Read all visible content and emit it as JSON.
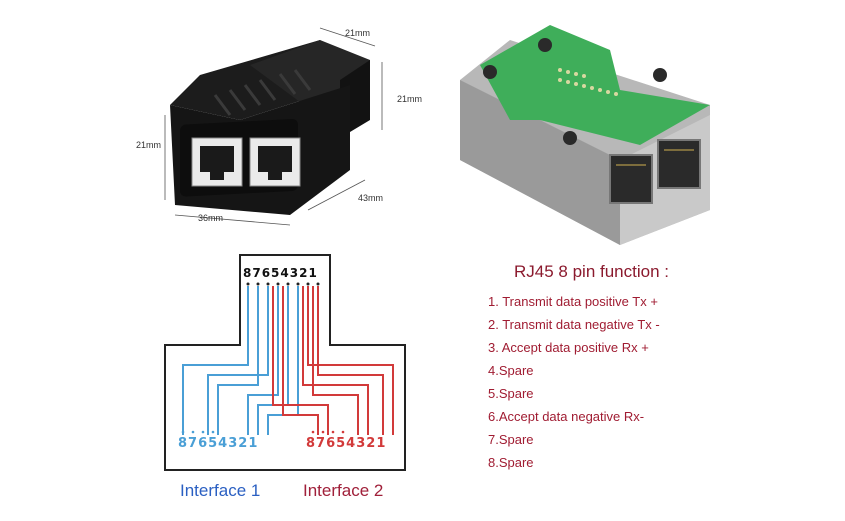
{
  "dimensions": {
    "top_width": "21mm",
    "top_height": "21mm",
    "left_height": "21mm",
    "front_width": "36mm",
    "depth": "43mm"
  },
  "wiring": {
    "top_pins": "87654321",
    "interface1_pins": "87654321",
    "interface2_pins": "87654321",
    "interface1_label": "Interface 1",
    "interface2_label": "Interface 2",
    "colors": {
      "interface1": "#4a9fd6",
      "interface2": "#d23a3a"
    }
  },
  "pin_function": {
    "title": "RJ45 8 pin function :",
    "items": [
      "1. Transmit data positive Tx +",
      "2. Transmit data negative Tx -",
      "3. Accept data positive Rx +",
      "4.Spare",
      "5.Spare",
      "6.Accept data negative Rx-",
      "7.Spare",
      "8.Spare"
    ]
  }
}
